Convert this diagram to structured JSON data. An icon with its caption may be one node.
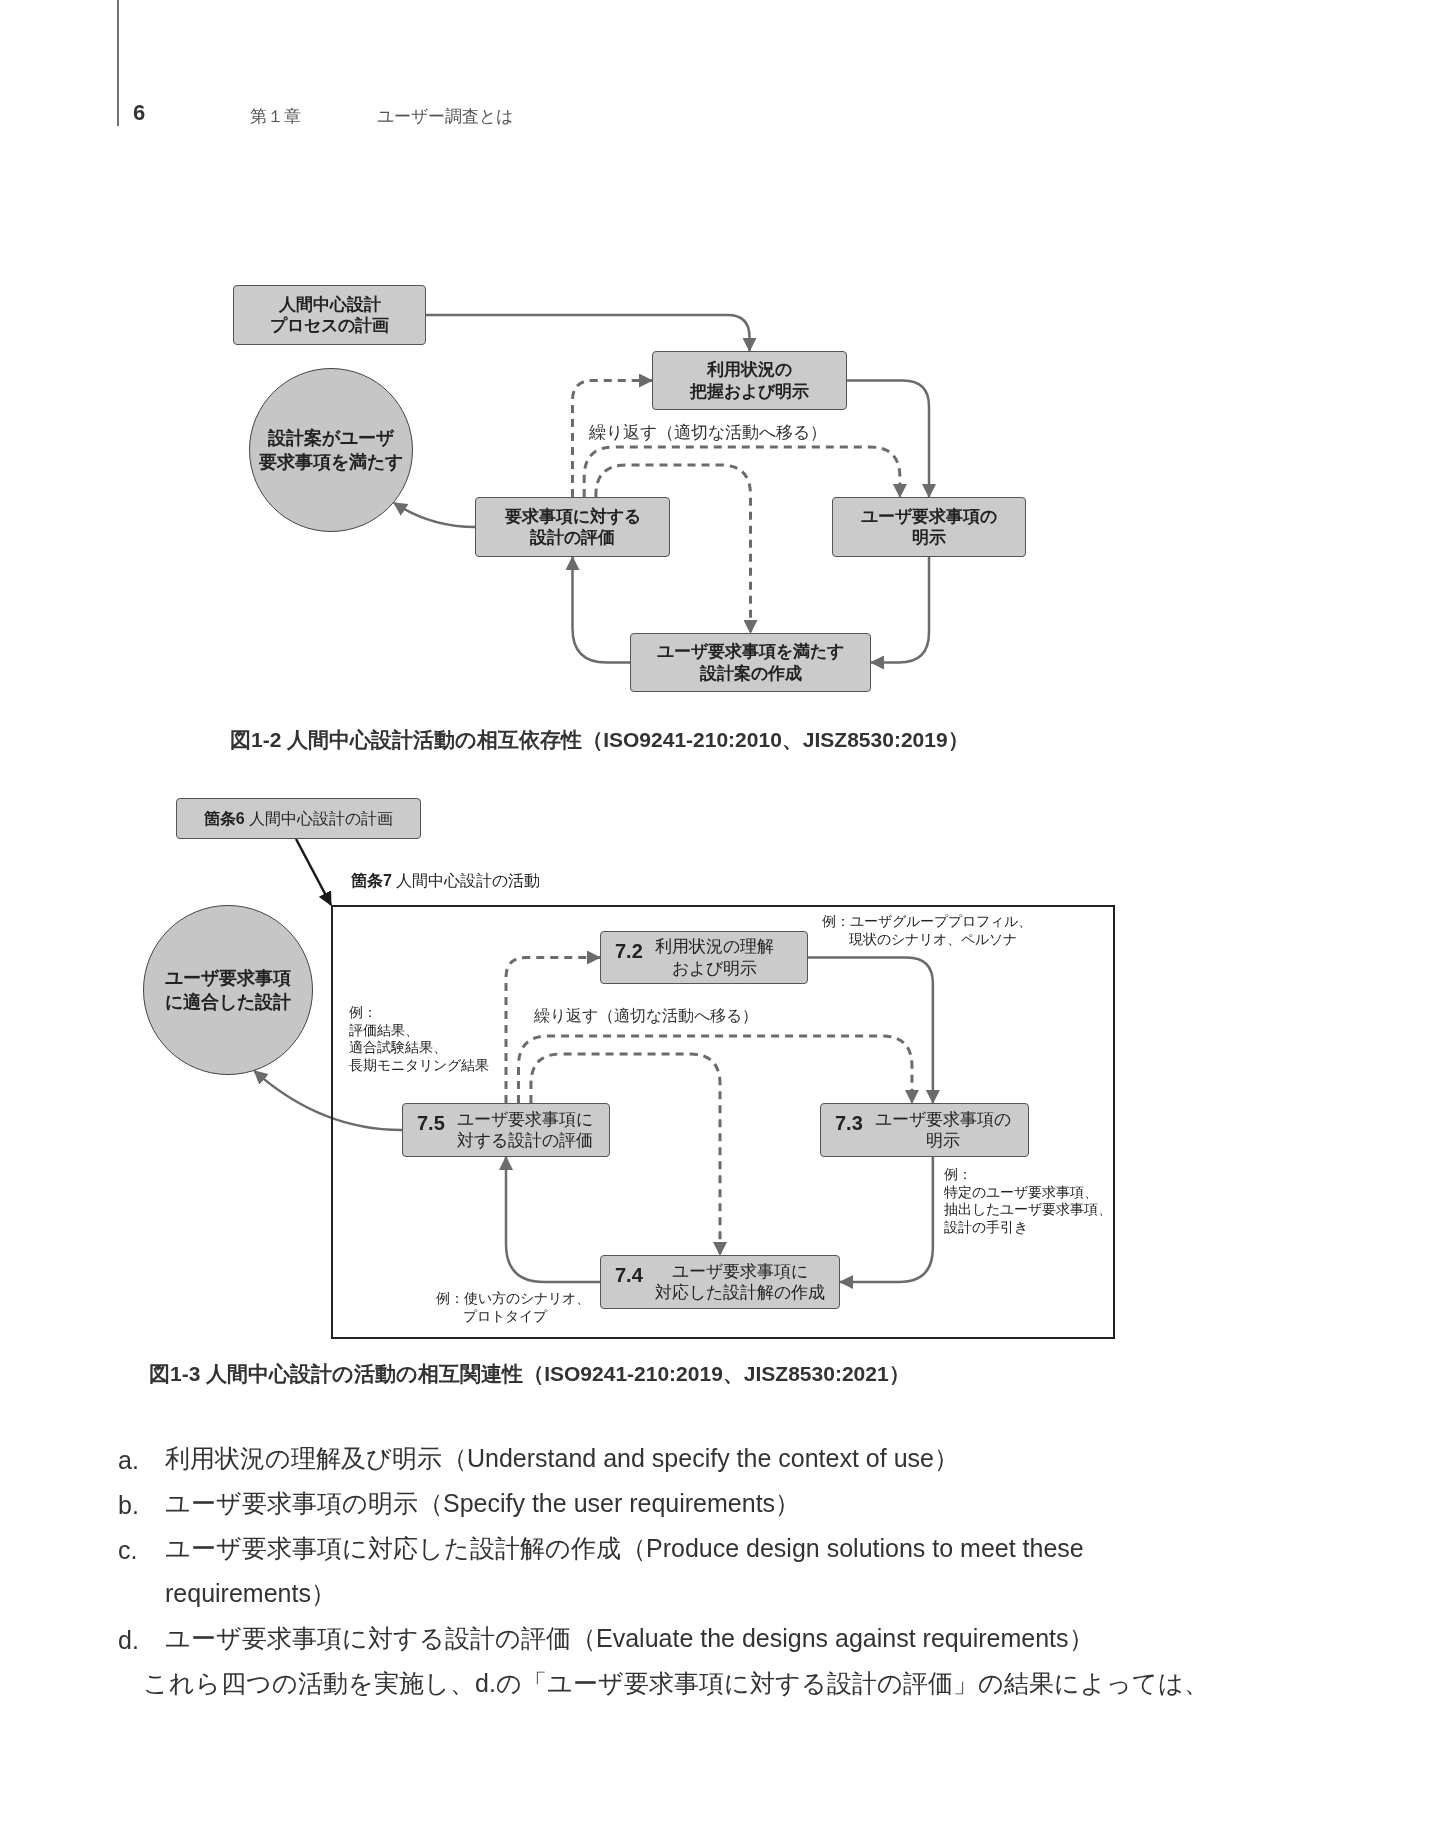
{
  "diagram": {
    "nodes": [
      {
        "text": [
          "人間中心設計プロセスの計画"
        ]
      },
      {
        "text": [
          "利用状況の把握および明示"
        ]
      },
      {
        "text": [
          "設計案がユーザ要求事項を満たす"
        ]
      },
      {
        "text": [
          "要求事項に対する設計の評価"
        ]
      },
      {
        "text": [
          "ユーザ要求事項の明示"
        ]
      },
      {
        "text": [
          "ユーザ要求事項を満たす設計案の作成"
        ]
      },
      {
        "text": [
          "**箇条6** 人間中心設計の計画"
        ]
      },
      {
        "text": [
          "**箇条7** 人間中心設計の活動"
        ]
      },
      {
        "text": [
          "ユーザ要求事項に適合した設計"
        ]
      },
      {
        "text": [
          "7.2",
          "利用状況の理解および明示"
        ],
        "in": 7,
        "beside": [
          "例：ユーザグループプロフィル、現状のシナリオ、ペルソナ"
        ]
      },
      {
        "text": [
          "7.5",
          "ユーザ要求事項に対する設計の評価"
        ],
        "in": 7,
        "beside": [
          "例：評価結果、適合試験結果、長期モニタリング結果"
        ]
      },
      {
        "text": [
          "7.3",
          "ユーザ要求事項の明示"
        ],
        "in": 7,
        "beside": [
          "例：特定のユーザ要求事項、抽出したユーザ要求事項、設計の手引き"
        ]
      },
      {
        "text": [
          "7.4",
          "ユーザ要求事項に対応した設計解の作成"
        ],
        "in": 7,
        "beside": [
          "例：使い方のシナリオ、プロトタイプ"
        ]
      }
    ],
    "edges": [
      {
        "from": 0,
        "to": 1,
        "arrow": "to"
      },
      {
        "from": 1,
        "to": 4,
        "arrow": "to"
      },
      {
        "from": 4,
        "to": 5,
        "arrow": "to"
      },
      {
        "from": 5,
        "to": 3,
        "arrow": "to"
      },
      {
        "from": 3,
        "to": 2,
        "arrow": "to"
      },
      {
        "from": 3,
        "to": 1,
        "arrow": "to",
        "style": "dashed"
      },
      {
        "from": 3,
        "to": 4,
        "arrow": "to",
        "style": "dashed"
      },
      {
        "from": 3,
        "to": 5,
        "arrow": "to",
        "style": "dashed"
      },
      {
        "from": 6,
        "to": 7,
        "arrow": "to",
        "color": "#1a1a1a"
      },
      {
        "from": 9,
        "to": 11,
        "arrow": "to"
      },
      {
        "from": 11,
        "to": 12,
        "arrow": "to"
      },
      {
        "from": 12,
        "to": 10,
        "arrow": "to"
      },
      {
        "from": 10,
        "to": 8,
        "arrow": "to"
      },
      {
        "from": 10,
        "to": 9,
        "arrow": "to",
        "style": "dashed"
      },
      {
        "from": 10,
        "to": 11,
        "arrow": "to",
        "style": "dashed"
      },
      {
        "from": 10,
        "to": 12,
        "arrow": "to",
        "style": "dashed"
      }
    ],
    "labels": [
      "6",
      "第１章",
      "ユーザー調査とは",
      "繰り返す（適切な活動へ移る）",
      "図1-2 人間中心設計活動の相互依存性（ISO9241-210:2010、JISZ8530:2019）",
      "繰り返す（適切な活動へ移る）",
      "図1-3 人間中心設計の活動の相互関連性（ISO9241-210:2019、JISZ8530:2021）",
      "a.",
      "利用状況の理解及び明示（Understand and specify the context of use）",
      "b.",
      "ユーザ要求事項の明示（Specify the user requirements）",
      "c.",
      "ユーザ要求事項に対応した設計解の作成（Produce design solutions to meet these requirements）",
      "d.",
      "ユーザ要求事項に対する設計の評価（Evaluate the designs against requirements）",
      "これら四つの活動を実施し、d.の「ユーザ要求事項に対する設計の評価」の結果によっては、"
    ]
  }
}
